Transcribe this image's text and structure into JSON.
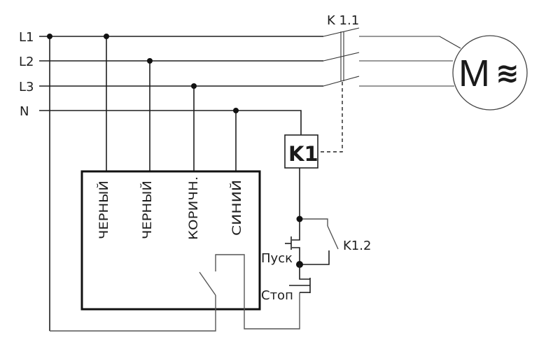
{
  "diagram": {
    "supply_lines": [
      "L1",
      "L2",
      "L3",
      "N"
    ],
    "main_contacts_label": "K 1.1",
    "coil_label": "K1",
    "aux_contact_label": "K1.2",
    "motor": {
      "label": "M",
      "symbol": "≋"
    },
    "relay_wires": [
      "ЧЕРНЫЙ",
      "ЧЕРНЫЙ",
      "КОРИЧН.",
      "СИНИЙ"
    ],
    "buttons": {
      "start": "Пуск",
      "stop": "Стоп"
    }
  }
}
